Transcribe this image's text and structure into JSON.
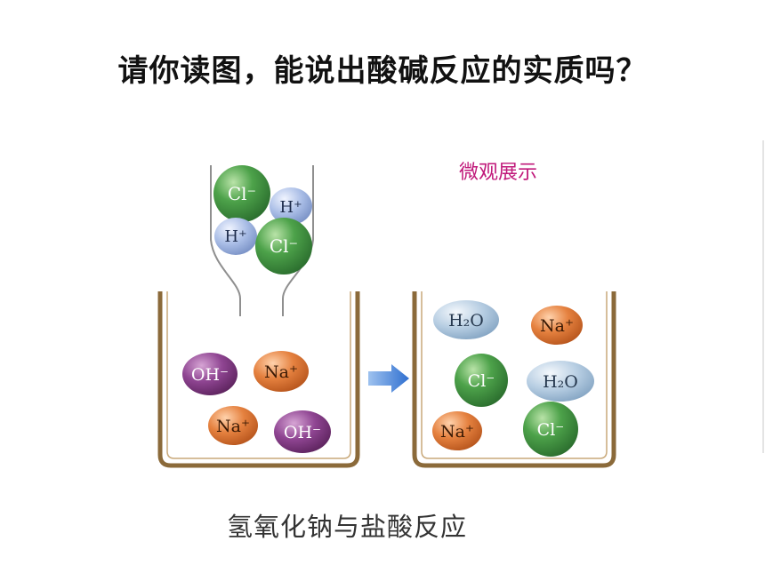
{
  "slide": {
    "title": "请你读图，能说出酸碱反应的实质吗？",
    "subtitle": "微观展示",
    "caption": "氢氧化钠与盐酸反应"
  },
  "dropper_ions": [
    {
      "id": "cl1",
      "label": "Cl⁻",
      "kind": "cl"
    },
    {
      "id": "h1",
      "label": "H⁺",
      "kind": "h"
    },
    {
      "id": "h2",
      "label": "H⁺",
      "kind": "h"
    },
    {
      "id": "cl2",
      "label": "Cl⁻",
      "kind": "cl"
    }
  ],
  "left_beaker_ions": [
    {
      "id": "oh1",
      "label": "OH⁻",
      "kind": "oh"
    },
    {
      "id": "na1",
      "label": "Na⁺",
      "kind": "na"
    },
    {
      "id": "na2",
      "label": "Na⁺",
      "kind": "na"
    },
    {
      "id": "oh2",
      "label": "OH⁻",
      "kind": "oh"
    }
  ],
  "right_beaker_ions": [
    {
      "id": "w1",
      "label": "H₂O",
      "kind": "water"
    },
    {
      "id": "na3",
      "label": "Na⁺",
      "kind": "na"
    },
    {
      "id": "cl3",
      "label": "Cl⁻",
      "kind": "cl"
    },
    {
      "id": "w2",
      "label": "H₂O",
      "kind": "water"
    },
    {
      "id": "na4",
      "label": "Na⁺",
      "kind": "na"
    },
    {
      "id": "cl4",
      "label": "Cl⁻",
      "kind": "cl"
    }
  ],
  "colors": {
    "cl": "#3f9a45",
    "h": "#9eb4dc",
    "oh": "#8a3f8c",
    "na": "#e07a3a",
    "water": "#a9c4dc",
    "beaker": "#8b6a3a",
    "arrow": "#3b78d0",
    "subtitle": "#c0187a"
  }
}
